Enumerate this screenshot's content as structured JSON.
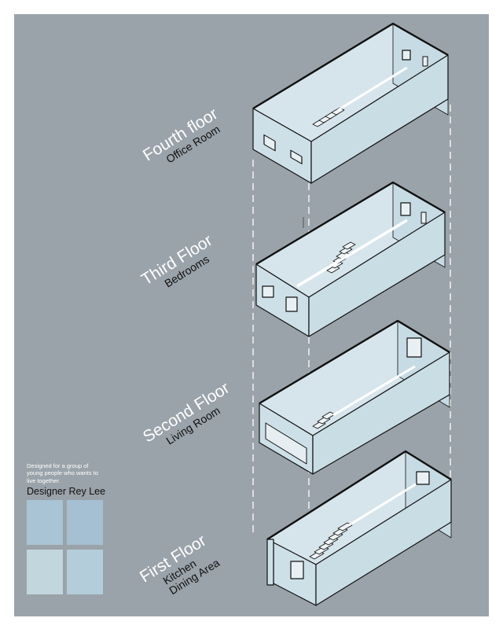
{
  "floors": [
    {
      "title": "Fourth floor",
      "rooms": [
        "Office Room"
      ]
    },
    {
      "title": "Third Floor",
      "rooms": [
        "Bedrooms"
      ]
    },
    {
      "title": "Second Floor",
      "rooms": [
        "Living Room"
      ]
    },
    {
      "title": "First Floor",
      "rooms": [
        "Kitchen",
        "Dining Area"
      ]
    }
  ],
  "info": {
    "note": "Designed for a group of young people who wants to live together.",
    "designer": "Designer Rey Lee"
  },
  "colors": {
    "background": "#9aa3a9",
    "box_face": "#cde0e8",
    "box_floor": "#d8e6ec",
    "outline": "#111111",
    "dashed_guide": "#ffffff"
  },
  "swatches": [
    "#a9c4d4",
    "#a4c0d2",
    "#c2d6de",
    "#b3cdda"
  ]
}
